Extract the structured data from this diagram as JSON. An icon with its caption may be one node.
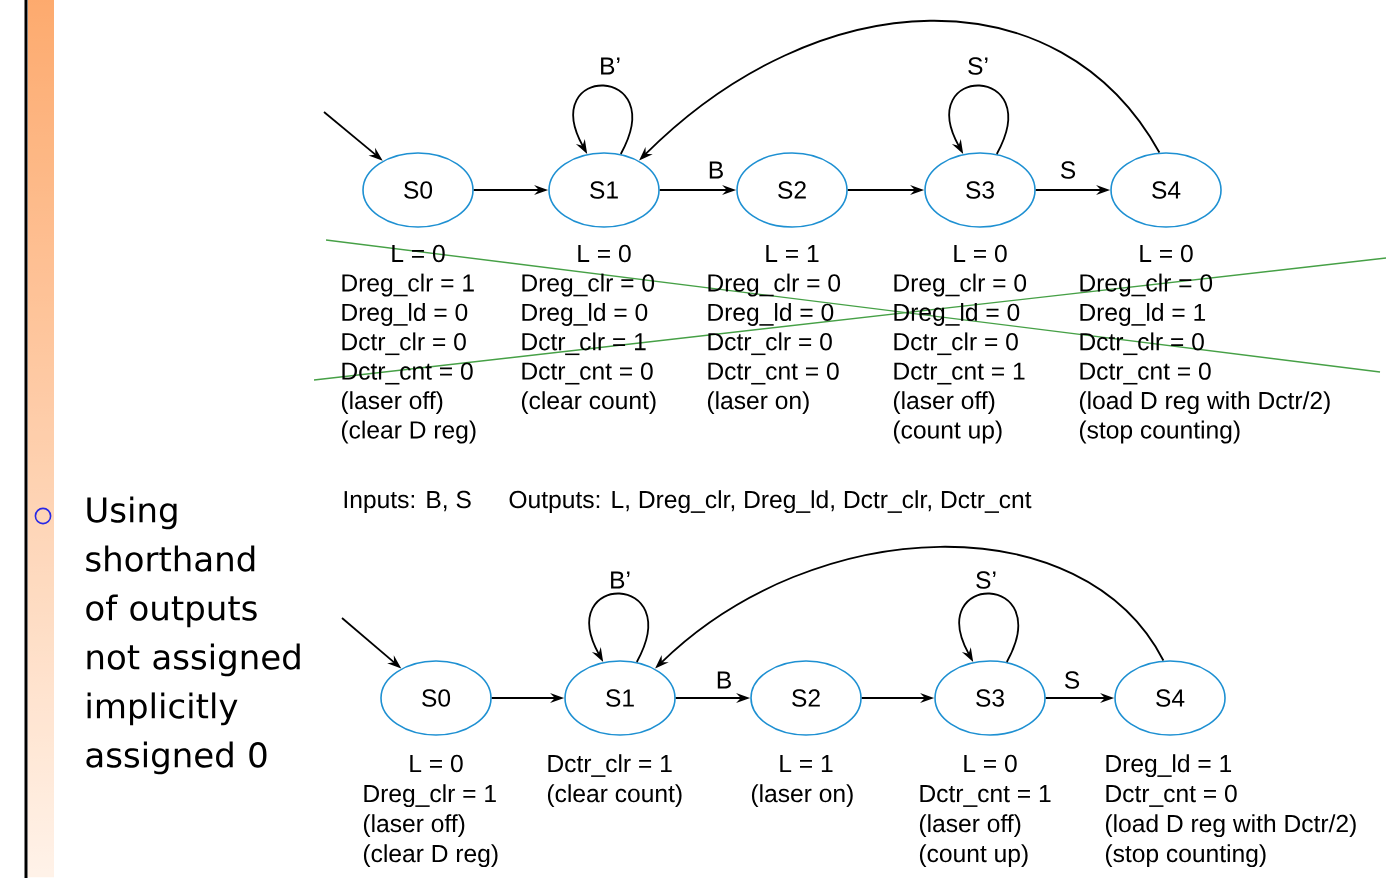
{
  "diagram": {
    "nodes": [
      {
        "text": [
          "S0"
        ],
        "beside": [
          "L = 0",
          "Dreg_clr = 1",
          "Dreg_ld = 0",
          "Dctr_clr = 0",
          "Dctr_cnt = 0",
          "(laser off)",
          "(clear D reg)"
        ]
      },
      {
        "text": [
          "S1"
        ],
        "beside": [
          "L = 0",
          "Dreg_clr = 0",
          "Dreg_ld = 0",
          "Dctr_clr = 1",
          "Dctr_cnt = 0",
          "(clear count)"
        ]
      },
      {
        "text": [
          "S2"
        ],
        "beside": [
          "L = 1",
          "Dreg_clr = 0",
          "Dreg_ld = 0",
          "Dctr_clr = 0",
          "Dctr_cnt = 0",
          "(laser on)"
        ]
      },
      {
        "text": [
          "S3"
        ],
        "beside": [
          "L = 0",
          "Dreg_clr = 0",
          "Dreg_ld = 0",
          "Dctr_clr = 0",
          "Dctr_cnt = 1",
          "(laser off)",
          "(count up)"
        ]
      },
      {
        "text": [
          "S4"
        ],
        "beside": [
          "L = 0",
          "Dreg_clr = 0",
          "Dreg_ld = 1",
          "Dctr_clr = 0",
          "Dctr_cnt = 0",
          "(load D reg with Dctr/2)",
          "(stop counting)"
        ]
      },
      {
        "text": [
          "S0"
        ],
        "beside": [
          "L = 0",
          "Dreg_clr = 1",
          "(laser off)",
          "(clear D reg)"
        ]
      },
      {
        "text": [
          "S1"
        ],
        "beside": [
          "Dctr_clr = 1",
          "(clear count)"
        ]
      },
      {
        "text": [
          "S2"
        ],
        "beside": [
          "L = 1",
          "(laser on)"
        ]
      },
      {
        "text": [
          "S3"
        ],
        "beside": [
          "L = 0",
          "Dctr_cnt = 1",
          "(laser off)",
          "(count up)"
        ]
      },
      {
        "text": [
          "S4"
        ],
        "beside": [
          "Dreg_ld = 1",
          "Dctr_cnt = 0",
          "(load D reg with Dctr/2)",
          "(stop counting)"
        ]
      }
    ],
    "edges": [
      {
        "from": null,
        "to": 0,
        "arrow": "to"
      },
      {
        "from": 0,
        "to": 1,
        "arrow": "to"
      },
      {
        "from": 1,
        "to": 1,
        "arrow": "to",
        "label": "B’"
      },
      {
        "from": 1,
        "to": 2,
        "arrow": "to",
        "label": "B"
      },
      {
        "from": 2,
        "to": 3,
        "arrow": "to"
      },
      {
        "from": 3,
        "to": 3,
        "arrow": "to",
        "label": "S’"
      },
      {
        "from": 3,
        "to": 4,
        "arrow": "to",
        "label": "S"
      },
      {
        "from": 4,
        "to": 1,
        "arrow": "to"
      },
      {
        "from": null,
        "to": 5,
        "arrow": "to"
      },
      {
        "from": 5,
        "to": 6,
        "arrow": "to"
      },
      {
        "from": 6,
        "to": 6,
        "arrow": "to",
        "label": "B’"
      },
      {
        "from": 6,
        "to": 7,
        "arrow": "to",
        "label": "B"
      },
      {
        "from": 7,
        "to": 8,
        "arrow": "to"
      },
      {
        "from": 8,
        "to": 8,
        "arrow": "to",
        "label": "S’"
      },
      {
        "from": 8,
        "to": 9,
        "arrow": "to",
        "label": "S"
      },
      {
        "from": 9,
        "to": 6,
        "arrow": "to"
      }
    ],
    "labels": [
      "Inputs: B, S",
      "Outputs: L, Dreg_clr, Dreg_ld, Dctr_clr, Dctr_cnt",
      "Using shorthand of outputs not assigned implicitly assigned 0"
    ]
  }
}
